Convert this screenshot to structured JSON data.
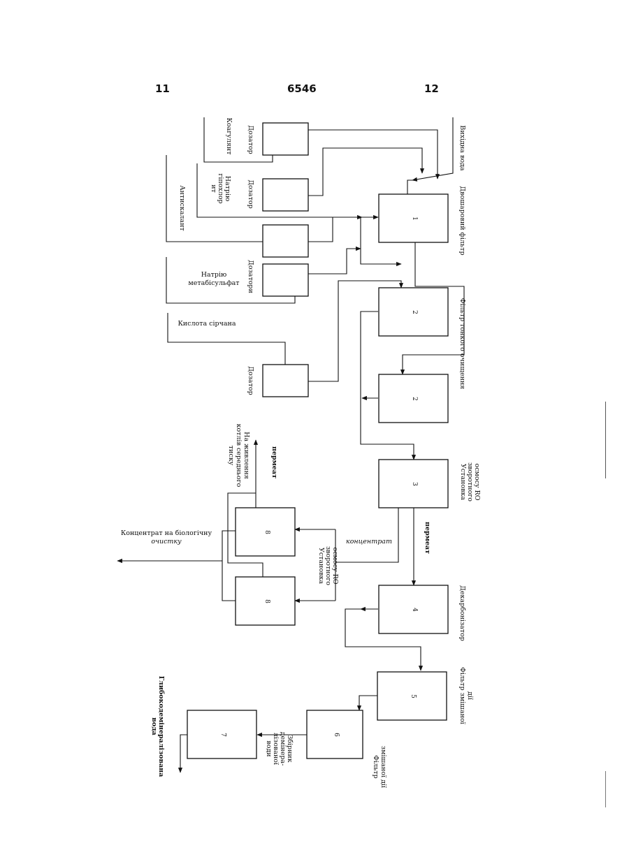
{
  "header": {
    "left": "11",
    "center": "6546",
    "right": "12"
  },
  "boxes": {
    "b1": "1",
    "b2a": "2",
    "b2b": "2",
    "b3": "3",
    "b4": "4",
    "b5": "5",
    "b6": "6",
    "b7": "7",
    "b8a": "8",
    "b8b": "8"
  },
  "labels": {
    "raw_water": "Вихідна вода",
    "mech_filter": "Двошаровий фільтр",
    "fine_filter": "Фільтр тонкого очищення",
    "ro_unit_1a": "Установка",
    "ro_unit_1b": "зворотного",
    "ro_unit_1c": "осмосу RO",
    "permeate_1": "пермеат",
    "concentrate_1": "концентрат",
    "decarbonizer": "Декарбонізатор",
    "mixed_filter_a": "Фільтр змішаної",
    "mixed_filter_b": "дії",
    "ro_unit_2a": "Установка",
    "ro_unit_2b": "зворотного",
    "ro_unit_2c": "осмосу RO",
    "permeate_2": "пермеат",
    "to_feed_a": "На живлення",
    "to_feed_b": "котлів середнього",
    "to_feed_c": "тиску",
    "concentrate_out_a": "Концентрат на біологічну",
    "concentrate_out_b": "очистку",
    "tank_a": "Збірник",
    "tank_b": "демінера-",
    "tank_c": "лізованої",
    "tank_d": "води",
    "deep_demin_a": "Глибокодемінералізована",
    "deep_demin_b": "вода",
    "filter_6a": "Фільтр",
    "filter_6b": "змішаної дії",
    "coagulant": "Коагулянт",
    "dosator_1": "Дозатор",
    "sodium_hypo_a": "Натрію",
    "sodium_hypo_b": "гіпохлор",
    "sodium_hypo_c": "ит",
    "dosator_2": "Дозатор",
    "antiscalant": "Антискалант",
    "sodium_meta_a": "Натрію",
    "sodium_meta_b": "метабісульфат",
    "dosator_4": "Дозатори",
    "sulfuric_acid": "Кислота сірчана",
    "dosator_5": "Дозатор"
  }
}
